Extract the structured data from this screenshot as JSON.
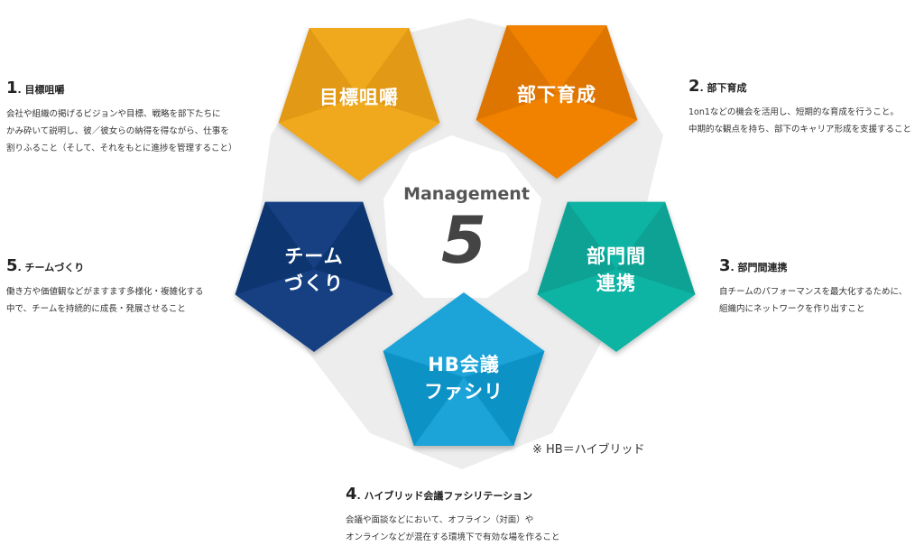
{
  "center": {
    "title": "Management",
    "number": "5"
  },
  "pentagons": [
    {
      "id": "p1",
      "lines": [
        "目標咀嚼"
      ],
      "color": "#f0a81a",
      "dark": "#d68d0d"
    },
    {
      "id": "p2",
      "lines": [
        "部下育成"
      ],
      "color": "#f08206",
      "dark": "#cf6a00"
    },
    {
      "id": "p3",
      "lines": [
        "部門間",
        "連携"
      ],
      "color": "#10b3a3",
      "dark": "#0a9487"
    },
    {
      "id": "p4",
      "lines": [
        "HB会議",
        "ファシリ"
      ],
      "color": "#1aa3d8",
      "dark": "#0b85b8"
    },
    {
      "id": "p5",
      "lines": [
        "チーム",
        "づくり"
      ],
      "color": "#123f82",
      "dark": "#0b2c60"
    }
  ],
  "descriptions": [
    {
      "num": "1",
      "title": "目標咀嚼",
      "lines": [
        "会社や組織の掲げるビジョンや目標、戦略を部下たちに",
        "かみ砕いて説明し、彼／彼女らの納得を得ながら、仕事を",
        "割りふること（そして、それをもとに進捗を管理すること）"
      ]
    },
    {
      "num": "2",
      "title": "部下育成",
      "lines": [
        "1on1などの機会を活用し、短期的な育成を行うこと。",
        "中期的な観点を持ち、部下のキャリア形成を支援すること"
      ]
    },
    {
      "num": "3",
      "title": "部門間連携",
      "lines": [
        "自チームのパフォーマンスを最大化するために、",
        "組織内にネットワークを作り出すこと"
      ]
    },
    {
      "num": "4",
      "title": "ハイブリッド会議ファシリテーション",
      "lines": [
        "会議や面談などにおいて、オフライン（対面）や",
        "オンラインなどが混在する環境下で有効な場を作ること"
      ]
    },
    {
      "num": "5",
      "title": "チームづくり",
      "lines": [
        "働き方や価値観などがますます多様化・複雑化する",
        "中で、チームを持続的に成長・発展させること"
      ]
    }
  ],
  "note": "※ HB＝ハイブリッド"
}
